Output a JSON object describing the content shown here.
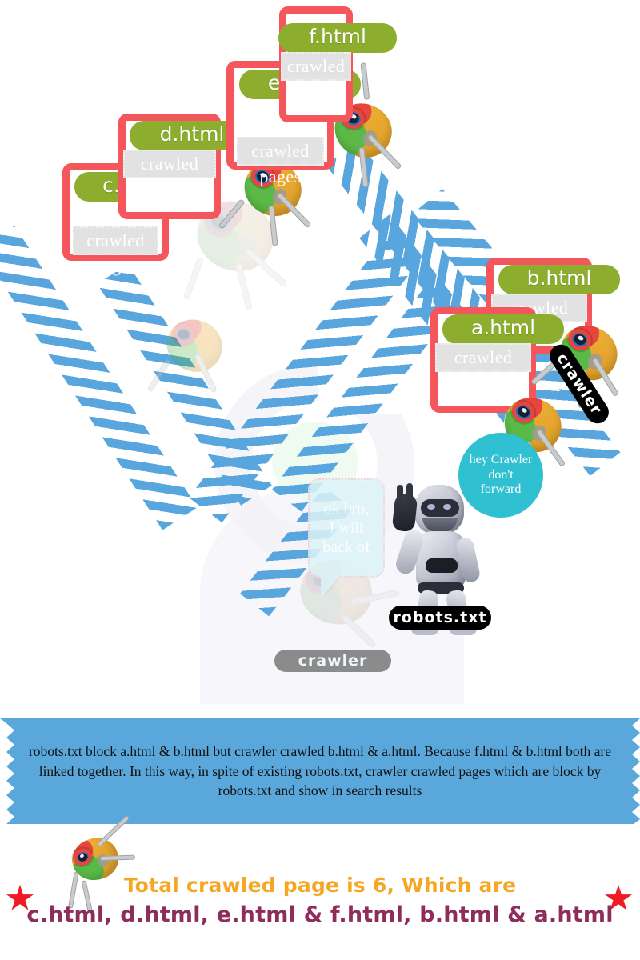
{
  "meta": {
    "colors": {
      "card_border": "#f4565c",
      "pill_green": "#8cad2d",
      "stripe_blue": "#58a6dd",
      "banner_blue": "#5aa7dc",
      "bubble_cyan": "#2fc0d2",
      "bubble_pale": "#ddf4f8",
      "footer_orange": "#f5a623",
      "footer_purple": "#8e2d5c",
      "star_red": "#ee1b24",
      "badge_black": "#000000",
      "badge_gray": "#808080",
      "crawled_bar_gray": "#e2e2e2"
    }
  },
  "cards": [
    {
      "id": "f",
      "title": "f.html",
      "crawled_label": "crawled pages",
      "crawled_position": "top"
    },
    {
      "id": "e",
      "title": "e.html",
      "crawled_label": "crawled pages",
      "crawled_position": "bottom"
    },
    {
      "id": "d",
      "title": "d.html",
      "crawled_label": "crawled pages",
      "crawled_position": "top"
    },
    {
      "id": "c",
      "title": "c.html",
      "crawled_label": "crawled pages",
      "crawled_position": "bottom"
    },
    {
      "id": "b",
      "title": "b.html",
      "crawled_label": "crawled pages",
      "crawled_position": "top"
    },
    {
      "id": "a",
      "title": "a.html",
      "crawled_label": "crawled pages",
      "crawled_position": "top"
    }
  ],
  "badges": {
    "crawler_top": "crawler",
    "crawler_bottom": "crawler",
    "robots_txt": "robots.txt"
  },
  "bubbles": {
    "crawler_warning": "hey Crawler don't forward",
    "crawler_warning_lines": [
      "hey Crawler",
      "don't",
      "forward"
    ],
    "robot_reply": "ok bro, I will back of",
    "robot_reply_lines": [
      "ok bro,",
      "I will",
      "back of"
    ]
  },
  "banner": {
    "text": "robots.txt block a.html & b.html but crawler crawled b.html & a.html. Because f.html & b.html both are linked together. In this way, in spite of existing robots.txt, crawler crawled pages which are block by robots.txt and show in search results"
  },
  "footer": {
    "line1": "Total crawled page is 6, Which are",
    "line2": "c.html, d.html, e.html & f.html, b.html & a.html",
    "total_crawled_pages": 6,
    "crawled_page_list": [
      "c.html",
      "d.html",
      "e.html",
      "f.html",
      "b.html",
      "a.html"
    ]
  },
  "icons": {
    "star_left": "star-icon",
    "star_right": "star-icon",
    "crawler_bug": "crawler-bug-icon",
    "robot": "robot-icon"
  }
}
